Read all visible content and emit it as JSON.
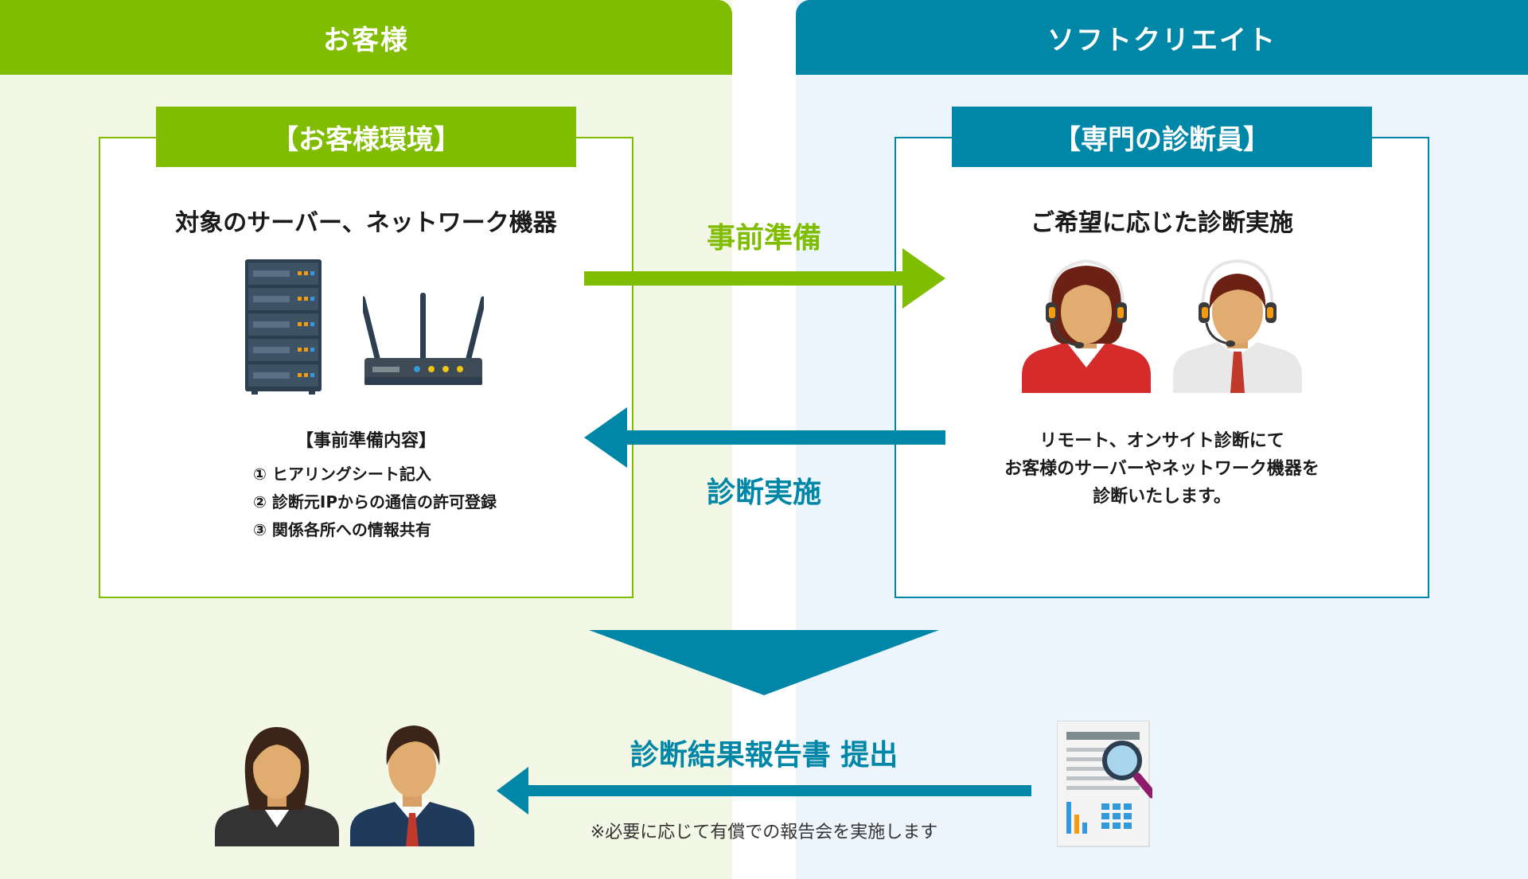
{
  "columns": {
    "customer": {
      "label": "お客様",
      "color": "#80bd00",
      "bg": "#f2f7e6"
    },
    "provider": {
      "label": "ソフトクリエイト",
      "color": "#0086a6",
      "bg": "#edf5fc"
    }
  },
  "customer_box": {
    "tab": "【お客様環境】",
    "title": "対象のサーバー、ネットワーク機器",
    "prep_title": "【事前準備内容】",
    "prep_items": [
      "① ヒアリングシート記入",
      "② 診断元IPからの通信の許可登録",
      "③ 関係各所への情報共有"
    ],
    "icons": [
      "server-rack-icon",
      "router-icon"
    ]
  },
  "provider_box": {
    "tab": "【専門の診断員】",
    "title": "ご希望に応じた診断実施",
    "description": [
      "リモート、オンサイト診断にて",
      "お客様のサーバーやネットワーク機器を",
      "診断いたします。"
    ],
    "icons": [
      "female-operator-icon",
      "male-operator-icon"
    ]
  },
  "flows": {
    "preparation": "事前準備",
    "diagnosis": "診断実施",
    "report": "診断結果報告書 提出",
    "note": "※必要に応じて有償での報告会を実施します"
  },
  "bottom_icons": [
    "businesswoman-icon",
    "businessman-icon",
    "report-document-icon"
  ]
}
